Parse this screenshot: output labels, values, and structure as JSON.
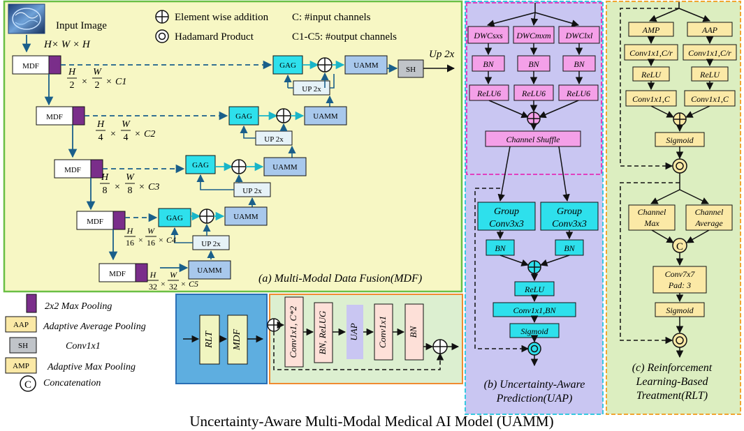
{
  "title": "Uncertainty-Aware Multi-Modal Medical AI Model (UAMM)",
  "mdf": {
    "caption": "(a) Multi-Modal Data Fusion(MDF)",
    "input_label": "Input Image",
    "input_dims": "H× W × H",
    "legend_add": "Element wise addition",
    "legend_hadamard": "Hadamard Product",
    "legend_cin": "C: #input channels",
    "legend_cout": "C1-C5: #output channels",
    "output_label": "Up 2x",
    "block_mdf": "MDF",
    "block_gag": "GAG",
    "block_uamm": "UAMM",
    "block_up": "UP 2x",
    "block_sh": "SH",
    "dims": [
      {
        "num1": "H",
        "den1": "2",
        "num2": "W",
        "den2": "2",
        "ch": "C1"
      },
      {
        "num1": "H",
        "den1": "4",
        "num2": "W",
        "den2": "4",
        "ch": "C2"
      },
      {
        "num1": "H",
        "den1": "8",
        "num2": "W",
        "den2": "8",
        "ch": "C3"
      },
      {
        "num1": "H",
        "den1": "16",
        "num2": "W",
        "den2": "16",
        "ch": "C4"
      },
      {
        "num1": "H",
        "den1": "32",
        "num2": "W",
        "den2": "32",
        "ch": "C5"
      }
    ]
  },
  "legend": {
    "maxpool": "2x2 Max Pooling",
    "aap_box": "AAP",
    "aap": "Adaptive Average Pooling",
    "sh_box": "SH",
    "sh": "Conv1x1",
    "amp_box": "AMP",
    "amp": "Adaptive Max Pooling",
    "concat_symbol": "C",
    "concat": "Concatenation"
  },
  "uamm": {
    "rlt": "RLT",
    "mdf": "MDF",
    "conv_c2": "Conv1x1, C*2",
    "bn_relug": "BN, ReLUG",
    "uap": "UAP",
    "conv": "Conv1x1",
    "bn": "BN"
  },
  "uap": {
    "caption_line1": "(b) Uncertainty-Aware",
    "caption_line2": "Prediction(UAP)",
    "dwc": [
      "DWCsxs",
      "DWCmxm",
      "DWClxl"
    ],
    "bn": "BN",
    "relu6": "ReLU6",
    "shuffle": "Channel Shuffle",
    "group_line1": "Group",
    "group_line2": "Conv3x3",
    "relu": "ReLU",
    "conv_bn": "Conv1x1,BN",
    "sigmoid": "Sigmoid"
  },
  "rlt": {
    "caption_line1": "(c) Reinforcement",
    "caption_line2": "Learning-Based",
    "caption_line3": "Treatment(RLT)",
    "amp": "AMP",
    "aap": "AAP",
    "conv_cr": "Conv1x1,C/r",
    "relu": "ReLU",
    "conv_c": "Conv1x1,C",
    "sigmoid": "Sigmoid",
    "max_line1": "Channel",
    "max_line2": "Max",
    "avg_line1": "Channel",
    "avg_line2": "Average",
    "concat_symbol": "C",
    "conv7_line1": "Conv7x7",
    "conv7_line2": "Pad: 3"
  },
  "colors": {
    "mdf_bg": "#f7f7c4",
    "mdf_border": "#6abf45",
    "uap_bg": "#c9c6f2",
    "uap_border_top": "#e040c0",
    "uap_border": "#35c8e0",
    "rlt_bg": "#dceec0",
    "rlt_border": "#f0a530",
    "cyan": "#2ee0ec",
    "blue_block": "#a8c8ec",
    "pink": "#f4a0e8",
    "yellow_block": "#fbe9a6",
    "purple": "#7a2e8a",
    "arrow": "#1a5f8a"
  }
}
